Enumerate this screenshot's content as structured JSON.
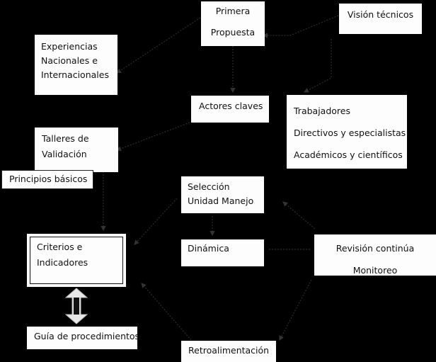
{
  "diagram": {
    "nodes": {
      "primera_propuesta": {
        "lines": [
          "Primera",
          "Propuesta"
        ]
      },
      "vision_tecnicos": {
        "lines": [
          "Visión técnicos"
        ]
      },
      "experiencias": {
        "lines": [
          "Experiencias",
          "Nacionales e",
          "Internacionales"
        ]
      },
      "actores_claves": {
        "lines": [
          "Actores claves"
        ]
      },
      "grupos_actores": {
        "lines": [
          "Trabajadores",
          "Directivos y especialistas",
          "Académicos y científicos"
        ]
      },
      "talleres_validacion": {
        "lines": [
          "Talleres de",
          "Validación"
        ]
      },
      "principios_basicos": {
        "lines": [
          "Principios básicos"
        ]
      },
      "seleccion_unidad": {
        "lines": [
          "Selección",
          "Unidad Manejo"
        ]
      },
      "criterios_indicadores": {
        "lines": [
          "Criterios e",
          "Indicadores"
        ]
      },
      "dinamica": {
        "lines": [
          "Dinámica"
        ]
      },
      "revision_monitoreo": {
        "lines": [
          "Revisión continúa",
          "Monitoreo"
        ]
      },
      "guia_procedimientos": {
        "lines": [
          "Guía de procedimientos"
        ]
      },
      "retroalimentacion": {
        "lines": [
          "Retroalimentación"
        ]
      }
    },
    "colors": {
      "background": "#000000",
      "box": "#fdfdfd",
      "line": "#2a2a2a",
      "text": "#111111"
    }
  }
}
